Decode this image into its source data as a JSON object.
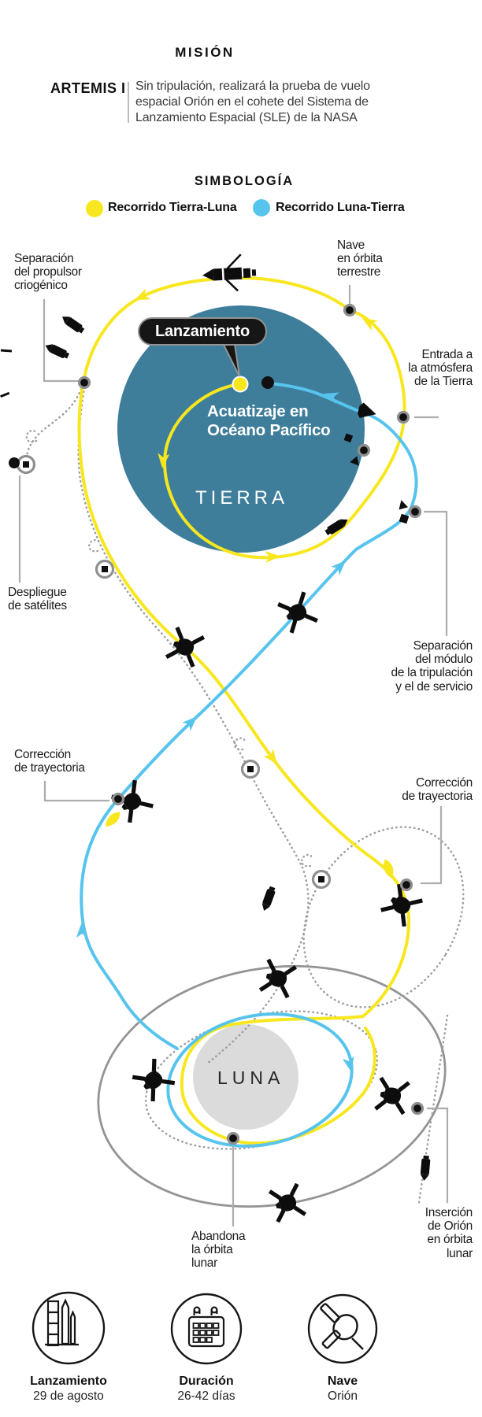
{
  "header": {
    "kicker": "MISIÓN",
    "mission": "ARTEMIS I",
    "description": [
      "Sin tripulación, realizará la prueba de vuelo",
      "espacial Orión en el cohete del Sistema de",
      "Lanzamiento Espacial (SLE) de la NASA"
    ]
  },
  "legend": {
    "title": "SIMBOLOGÍA",
    "items": [
      {
        "label": "Recorrido Tierra-Luna",
        "color": "#F8E71E"
      },
      {
        "label": "Recorrido Luna-Tierra",
        "color": "#57C4ED"
      }
    ]
  },
  "diagram": {
    "earth_label": "TIERRA",
    "moon_label": "LUNA",
    "launch_callout": "Lanzamiento",
    "splashdown_label": [
      "Acuatizaje en",
      "Océano Pacífico"
    ],
    "annotations": {
      "ship_earth_orbit": [
        "Nave",
        "en órbita",
        "terrestre"
      ],
      "cryo_separation": [
        "Separación",
        "del propulsor",
        "criogénico"
      ],
      "atmosphere_entry": [
        "Entrada a",
        "la atmósfera",
        "de la Tierra"
      ],
      "satellite_deploy": [
        "Despliegue",
        "de satélites"
      ],
      "module_separation": [
        "Separación",
        "del módulo",
        "de la tripulación",
        "y el de servicio"
      ],
      "course_correction_left": [
        "Corrección",
        "de trayectoria"
      ],
      "course_correction_right": [
        "Corrección",
        "de trayectoria"
      ],
      "lunar_insertion": [
        "Inserción",
        "de Orión",
        "en órbita",
        "lunar"
      ],
      "leave_lunar_orbit": [
        "Abandona",
        "la órbita",
        "lunar"
      ]
    },
    "colors": {
      "earth": "#3E7E9B",
      "moon": "#DBDBDB",
      "route_outbound": "#F8E71E",
      "route_return": "#57C4ED",
      "dotted_path": "#9E9E9E",
      "orbit_gray": "#949494"
    }
  },
  "footer": {
    "items": [
      {
        "icon": "rocket-launchpad-icon",
        "title": "Lanzamiento",
        "subtitle": "29 de agosto"
      },
      {
        "icon": "calendar-icon",
        "title": "Duración",
        "subtitle": "26-42 días"
      },
      {
        "icon": "orion-spacecraft-icon",
        "title": "Nave",
        "subtitle": "Orión"
      }
    ]
  }
}
